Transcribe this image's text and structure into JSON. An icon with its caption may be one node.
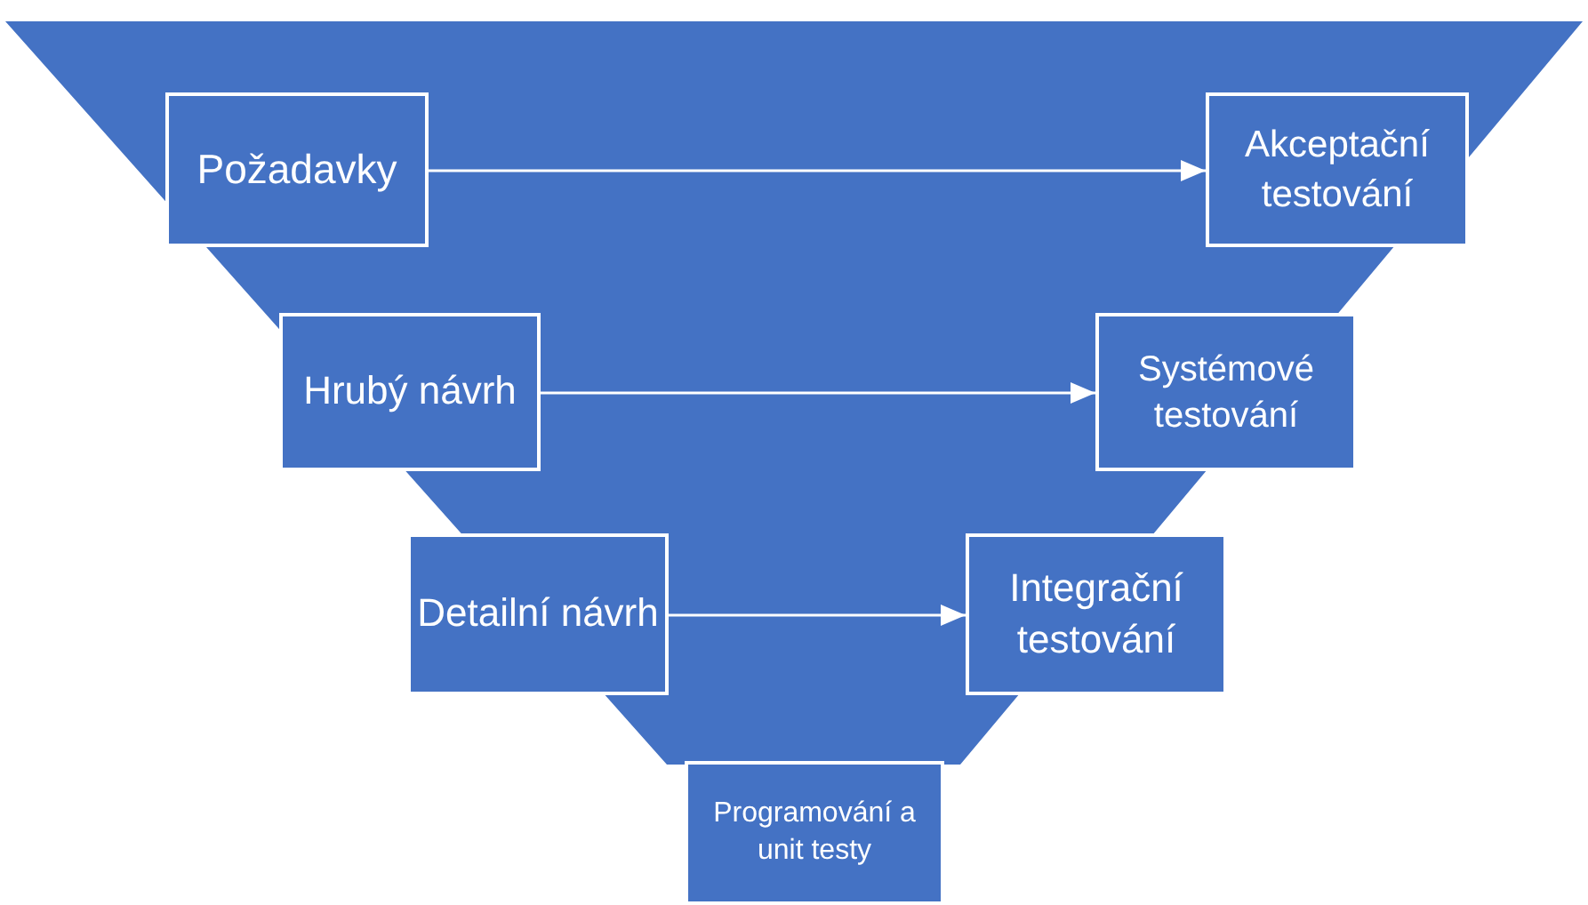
{
  "diagram": {
    "nodes": [
      {
        "text": [
          "Požadavky"
        ]
      },
      {
        "text": [
          "Akceptační testování"
        ]
      },
      {
        "text": [
          "Hrubý návrh"
        ]
      },
      {
        "text": [
          "Systémové testování"
        ]
      },
      {
        "text": [
          "Detailní návrh"
        ]
      },
      {
        "text": [
          "Integrační testování"
        ]
      },
      {
        "text": [
          "Programování a unit testy"
        ]
      }
    ],
    "edges": [
      {
        "from": 0,
        "to": 1,
        "arrow": "to"
      },
      {
        "from": 2,
        "to": 3,
        "arrow": "to"
      },
      {
        "from": 4,
        "to": 5,
        "arrow": "to"
      }
    ]
  }
}
